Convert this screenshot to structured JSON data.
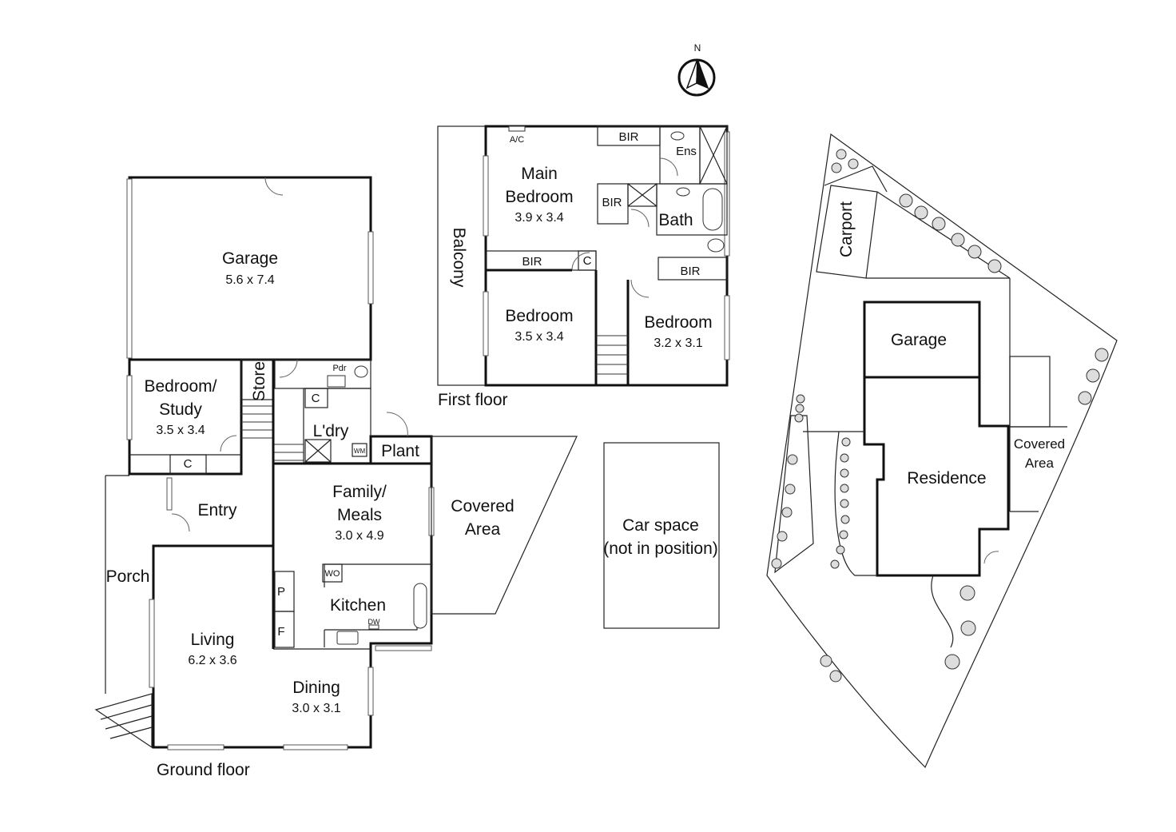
{
  "compass": {
    "label": "N"
  },
  "ground_floor": {
    "caption": "Ground floor",
    "rooms": {
      "garage": {
        "name": "Garage",
        "dims": "5.6 x 7.4"
      },
      "bedroom_study": {
        "name_line1": "Bedroom/",
        "name_line2": "Study",
        "dims": "3.5 x 3.4"
      },
      "store": {
        "name": "Store"
      },
      "pdr": {
        "name": "Pdr"
      },
      "laundry": {
        "name": "L'dry"
      },
      "plant": {
        "name": "Plant"
      },
      "entry": {
        "name": "Entry"
      },
      "family_meals": {
        "name_line1": "Family/",
        "name_line2": "Meals",
        "dims": "3.0 x 4.9"
      },
      "covered_area": {
        "name_line1": "Covered",
        "name_line2": "Area"
      },
      "porch": {
        "name": "Porch"
      },
      "kitchen": {
        "name": "Kitchen"
      },
      "living": {
        "name": "Living",
        "dims": "6.2 x 3.6"
      },
      "dining": {
        "name": "Dining",
        "dims": "3.0 x 3.1"
      }
    },
    "fixtures": {
      "cupboard_bed": "C",
      "cupboard_ldry": "C",
      "washing_machine": "WM",
      "wall_oven": "WO",
      "dishwasher": "DW",
      "pantry": "P",
      "fridge": "F"
    }
  },
  "first_floor": {
    "caption": "First floor",
    "rooms": {
      "main_bedroom": {
        "name_line1": "Main",
        "name_line2": "Bedroom",
        "dims": "3.9 x 3.4"
      },
      "bedroom2": {
        "name": "Bedroom",
        "dims": "3.5 x 3.4"
      },
      "bedroom3": {
        "name": "Bedroom",
        "dims": "3.2 x 3.1"
      },
      "ensuite": {
        "name": "Ens"
      },
      "bath": {
        "name": "Bath"
      },
      "balcony": {
        "name": "Balcony"
      }
    },
    "fixtures": {
      "ac": "A/C",
      "bir_main": "BIR",
      "bir_center": "BIR",
      "bir_bed2": "BIR",
      "bir_bed3": "BIR",
      "linen_cupboard": "C"
    }
  },
  "car_space": {
    "line1": "Car space",
    "line2": "(not in position)"
  },
  "site_plan": {
    "carport": "Carport",
    "garage": "Garage",
    "residence": "Residence",
    "covered_area_line1": "Covered",
    "covered_area_line2": "Area"
  }
}
